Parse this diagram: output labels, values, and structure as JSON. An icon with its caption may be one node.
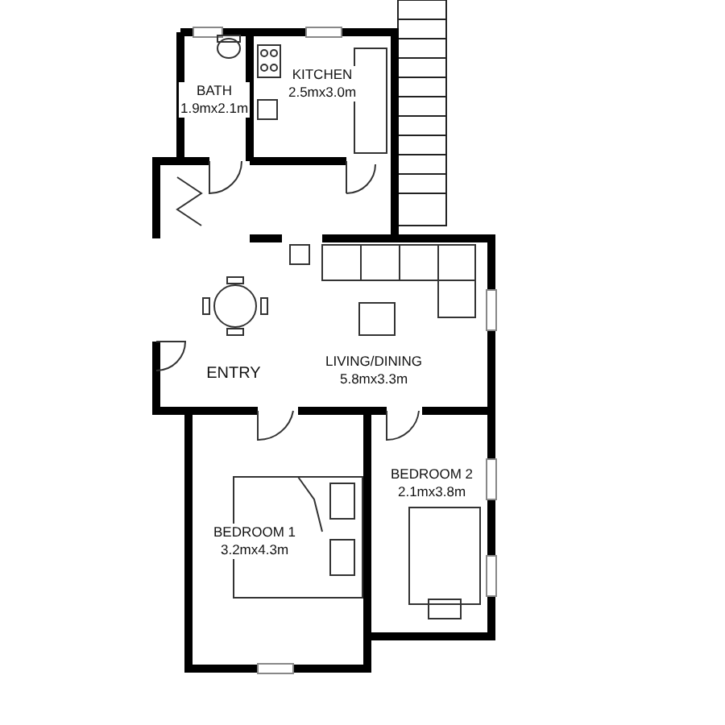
{
  "diagram": {
    "nodes": [
      {
        "text": [
          "BATH",
          "1.9mx2.1m"
        ]
      },
      {
        "text": [
          "KITCHEN",
          "2.5mx3.0m"
        ]
      },
      {
        "text": [
          "LIVING/DINING",
          "5.8mx3.3m"
        ]
      },
      {
        "text": [
          "BEDROOM 1",
          "3.2mx4.3m"
        ]
      },
      {
        "text": [
          "BEDROOM 2",
          "2.1mx3.8m"
        ]
      }
    ],
    "labels": [
      "ENTRY"
    ]
  }
}
